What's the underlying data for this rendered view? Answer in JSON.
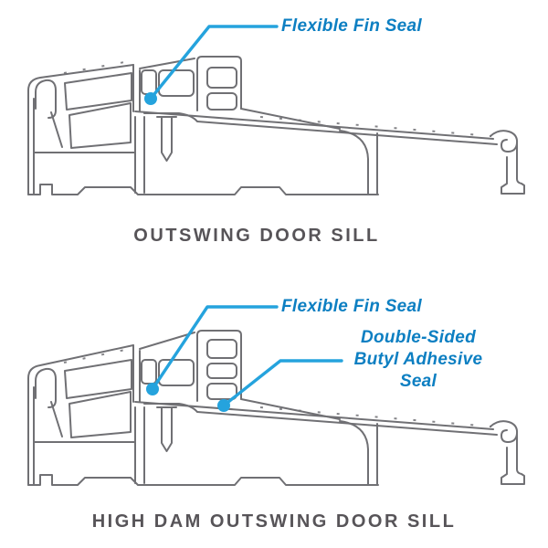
{
  "page": {
    "background": "#ffffff",
    "type": "technical-cross-section-diagram"
  },
  "colors": {
    "line_art_gray": "#707074",
    "label_blue": "#0d7fc2",
    "leader_blue": "#25a3dd",
    "caption_gray": "#575458"
  },
  "diagrams": [
    {
      "id": "outswing-door-sill",
      "caption": "OUTSWING DOOR SILL",
      "labels": [
        {
          "text": "Flexible Fin Seal",
          "points_to": "flexible-fin-seal"
        }
      ]
    },
    {
      "id": "high-dam-outswing-door-sill",
      "caption": "HIGH DAM OUTSWING DOOR SILL",
      "labels": [
        {
          "text": "Flexible Fin Seal",
          "points_to": "flexible-fin-seal"
        },
        {
          "text": "Double-Sided\nButyl Adhesive\nSeal",
          "points_to": "butyl-adhesive-seal"
        }
      ]
    }
  ]
}
